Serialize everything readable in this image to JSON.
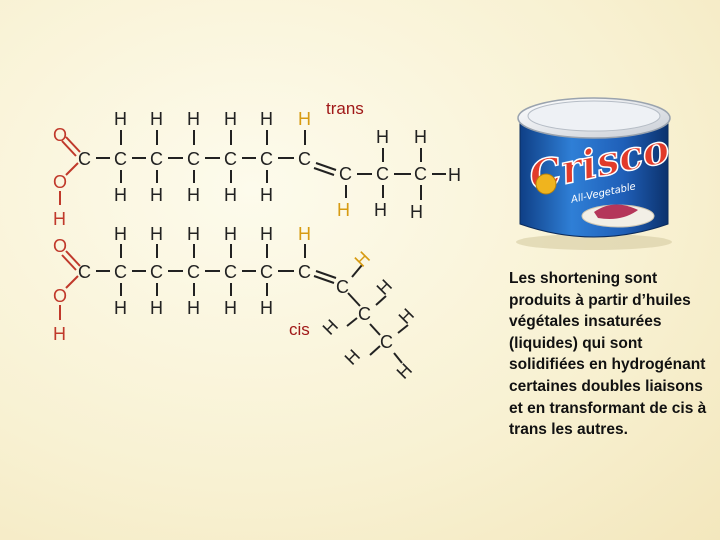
{
  "labels": {
    "trans": "trans",
    "cis": "cis"
  },
  "atoms": {
    "C": "C",
    "H": "H",
    "O": "O"
  },
  "product": {
    "brand": "Crisco",
    "subline": "All-Vegetable"
  },
  "caption": "Les shortening sont produits à partir d’huiles végétales insaturées (liquides) qui sont solidifiées en hydrogénant certaines doubles liaisons et en transformant de cis à trans les autres.",
  "colors": {
    "background": "#f8f1d2",
    "label_red": "#a01818",
    "oxygen_red": "#c0392b",
    "added_hydrogen": "#d79b12",
    "can_blue": "#1f5fb8"
  }
}
